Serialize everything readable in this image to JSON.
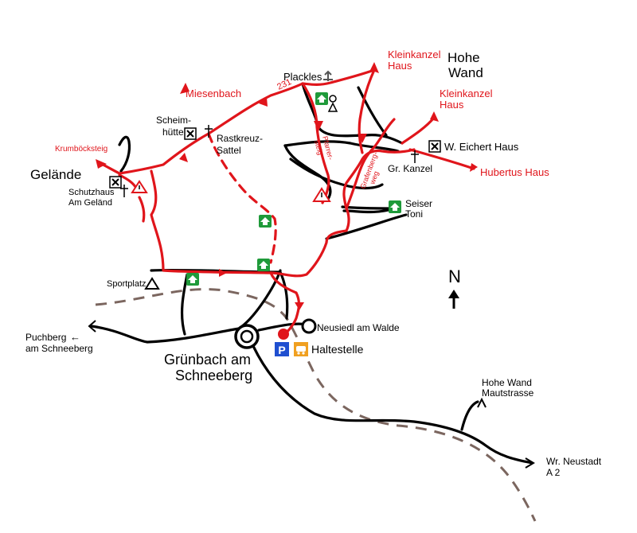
{
  "colors": {
    "trail": "#e0151b",
    "road": "#000000",
    "railway": "#7b665f",
    "hut": "#1f9a3a",
    "parking": "#1f4fd0",
    "bus": "#f0a020"
  },
  "labels": {
    "hohe_wand_1": "Hohe",
    "hohe_wand_2": "Wand",
    "plackles": "Plackles",
    "scheimhuette_1": "Scheim-",
    "scheimhuette_2": "hütte",
    "rastkreuz_1": "Rastkreuz-",
    "rastkreuz_2": "Sattel",
    "w_eichert": "W. Eichert Haus",
    "gr_kanzel": "Gr. Kanzel",
    "gelaende": "Gelände",
    "schutzhaus_1": "Schutzhaus",
    "schutzhaus_2": "Am Geländ",
    "seiser_1": "Seiser",
    "seiser_2": "Toni",
    "sportplatz": "Sportplatz",
    "north": "N",
    "neusiedl": "Neusiedl am Walde",
    "haltestelle": "Haltestelle",
    "parking_letter": "P",
    "gruenbach_1": "Grünbach am",
    "gruenbach_2": "Schneeberg",
    "puchberg_1": "Puchberg",
    "puchberg_2": "am Schneeberg",
    "mautstrasse_1": "Hohe Wand",
    "mautstrasse_2": "Mautstrasse",
    "neustadt_1": "Wr. Neustadt",
    "neustadt_2": "A 2",
    "arrow_left": "←",
    "arrow_right": "→"
  },
  "trail_labels": {
    "kleinkanzel_top_1": "Kleinkanzel",
    "kleinkanzel_top_2": "Haus",
    "kleinkanzel_2_1": "Kleinkanzel",
    "kleinkanzel_2_2": "Haus",
    "miesenbach": "Miesenbach",
    "krumboecksteig": "Krumböcksteig",
    "hubertus": "Hubertus Haus",
    "route_231": "231",
    "pfarrer_1": "Pfarrer-",
    "pfarrer_2": "steig",
    "grafenberg_1": "Grafenberg-",
    "grafenberg_2": "weg"
  },
  "icons": [
    "hut-icon",
    "restaurant-icon",
    "cross-icon",
    "warning-icon",
    "camping-icon",
    "antenna-icon",
    "parking-icon",
    "bus-stop-icon",
    "north-arrow-icon",
    "town-circle-icon"
  ]
}
